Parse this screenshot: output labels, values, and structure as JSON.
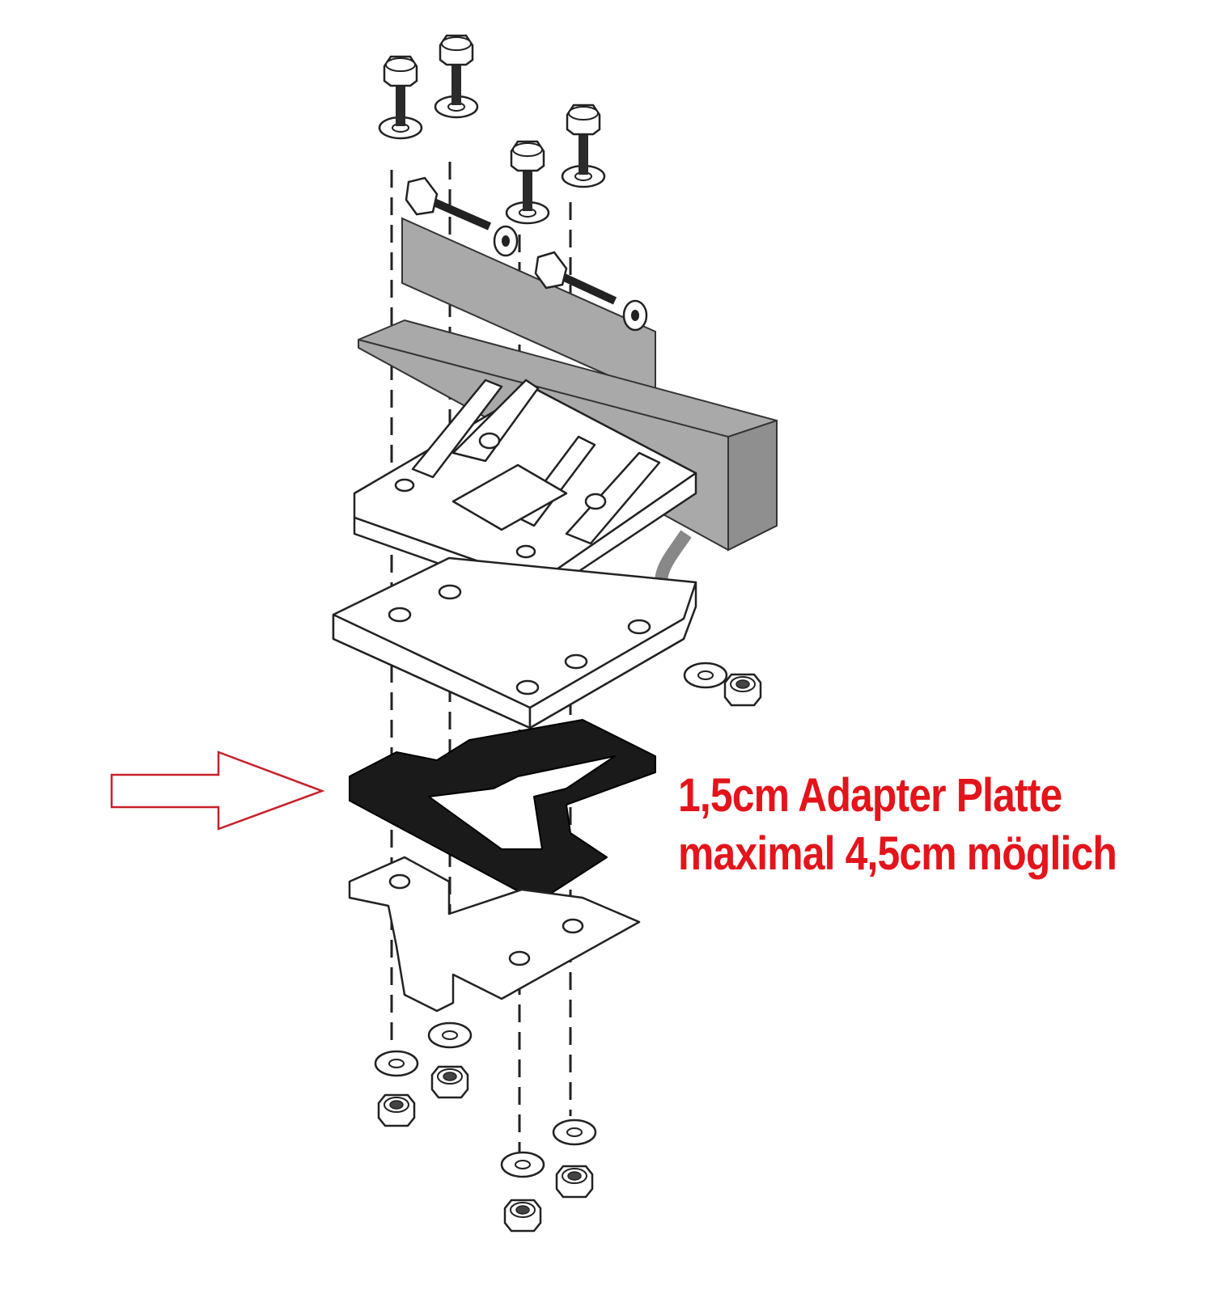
{
  "callout": {
    "line1": "1,5cm Adapter Platte",
    "line2": "maximal 4,5cm möglich"
  },
  "colors": {
    "callout_text": "#e3141b",
    "arrow": "#c8202a",
    "highlighted_part": "#1a1a1a",
    "bracket_grey": "#a9a9a9",
    "line_art": "#222222"
  },
  "icons": {
    "pointer": "outlined-right-arrow",
    "rotation": "curved-arrow"
  }
}
